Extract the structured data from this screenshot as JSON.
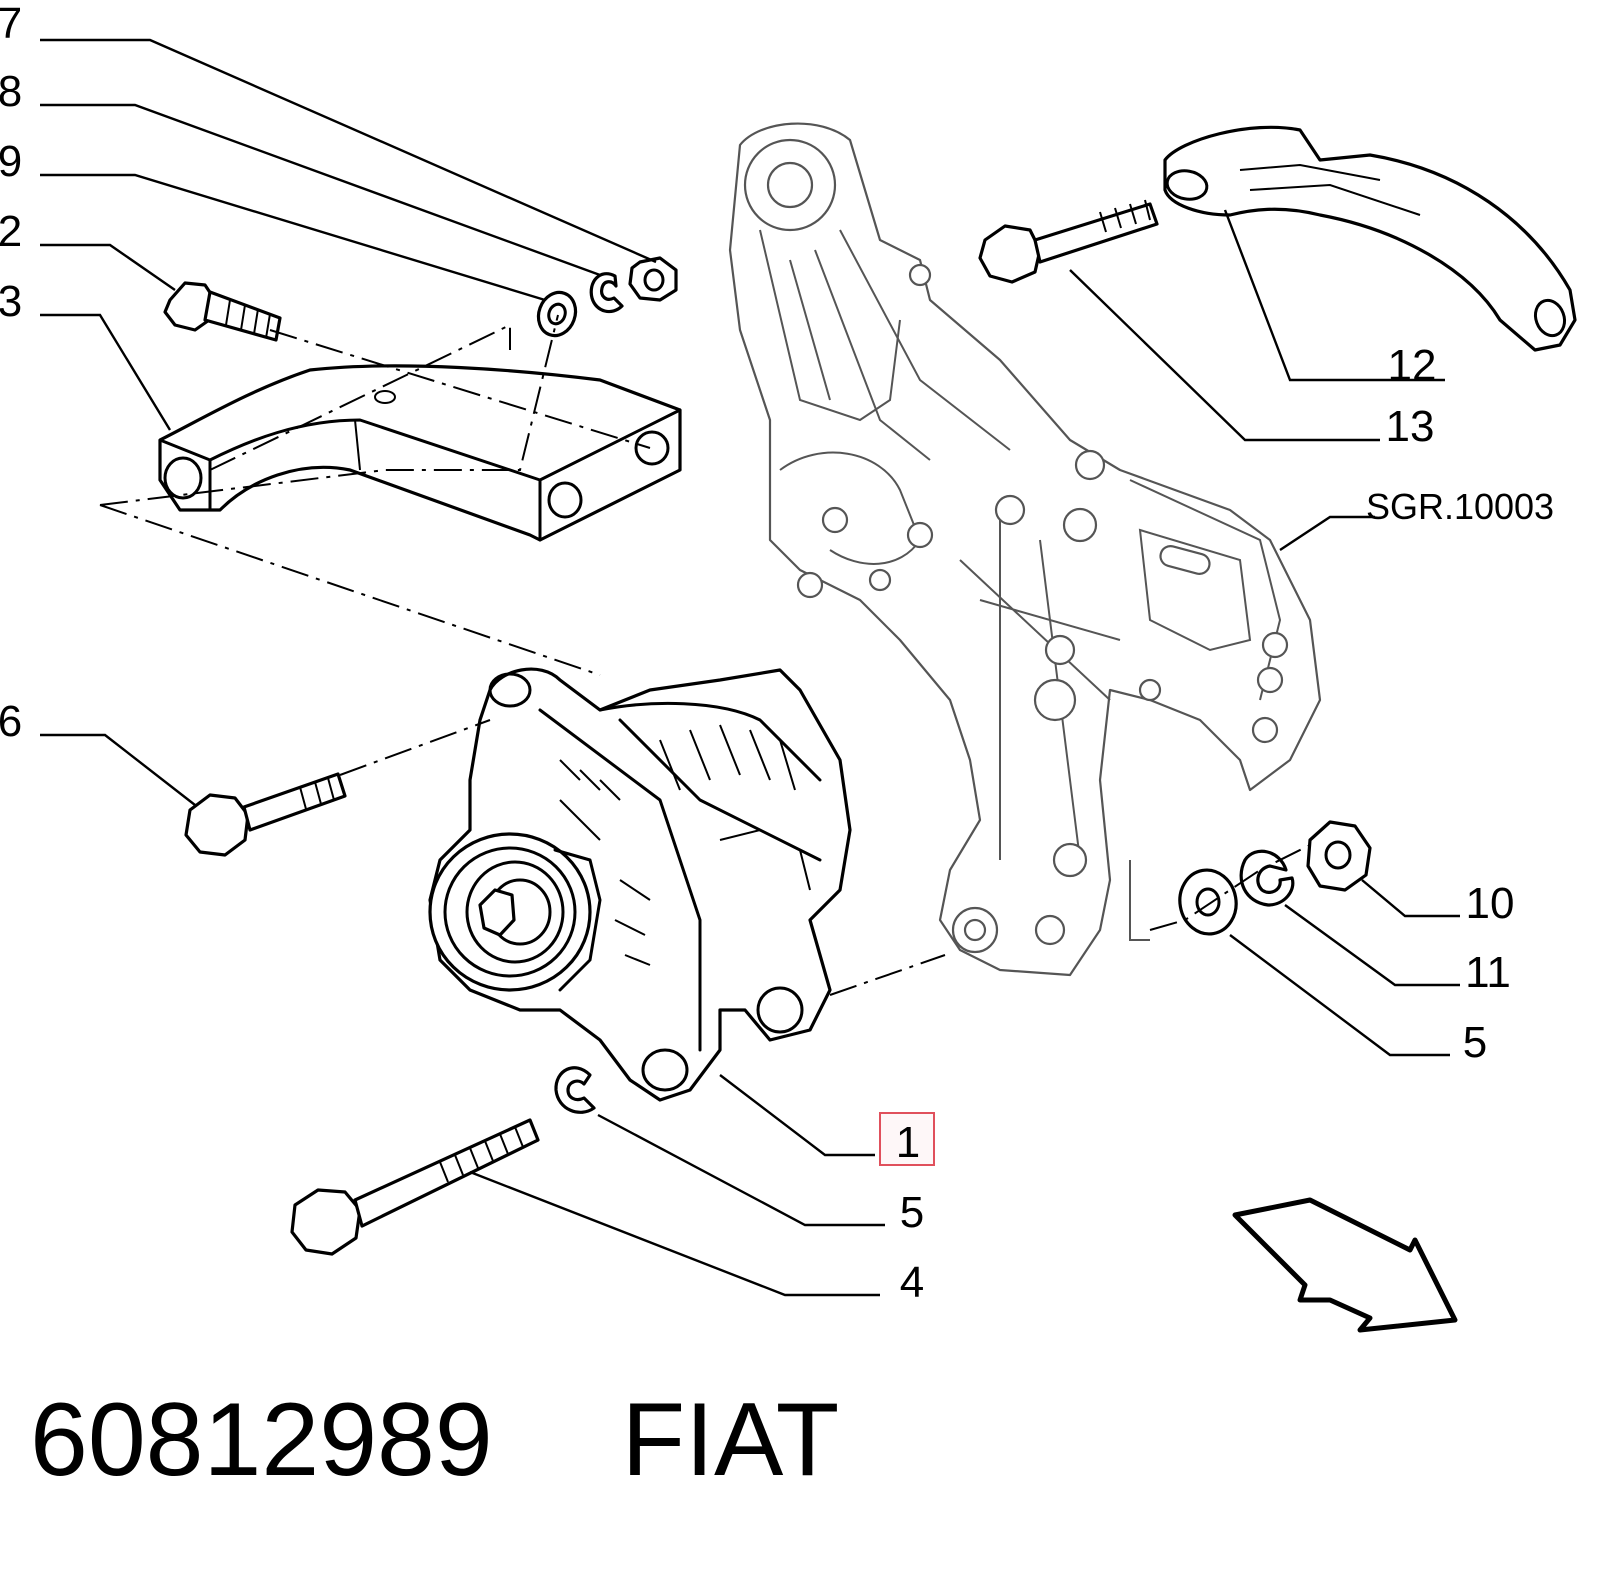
{
  "diagram": {
    "reference_code": "SGR.10003",
    "highlighted_callout": "1",
    "callouts": {
      "c1": "1",
      "c2": "2",
      "c3": "3",
      "c4": "4",
      "c5a": "5",
      "c5b": "5",
      "c6": "6",
      "c7": "7",
      "c8": "8",
      "c9": "9",
      "c10": "10",
      "c11": "11",
      "c12": "12",
      "c13": "13"
    }
  },
  "footer": {
    "part_number": "60812989",
    "brand": "FIAT"
  },
  "colors": {
    "highlight_border": "#e0505c",
    "line": "#000000"
  }
}
